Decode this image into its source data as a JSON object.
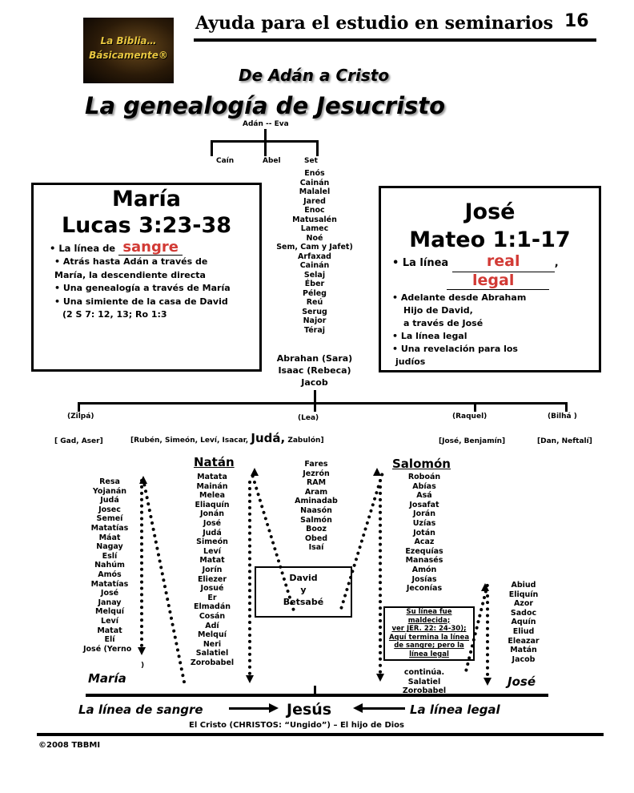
{
  "header": {
    "logo_line1": "La Biblia…",
    "logo_line2": "Básicamente®",
    "series_title": "Ayuda para el estudio en seminarios",
    "page_number": "16",
    "subtitle": "De Adán a Cristo",
    "title": "La genealogía de Jesucristo"
  },
  "tree": {
    "root": "Adán -- Eva",
    "children": [
      "Caín",
      "Abel",
      "Set"
    ],
    "line_from_set": [
      "Enós",
      "Cainán",
      "Malalel",
      "Jared",
      "Enoc",
      "Matusalén",
      "Lamec",
      "Noé",
      "Sem, Cam y Jafet)",
      "Arfaxad",
      "Cainán",
      "Selaj",
      "Éber",
      "Péleg",
      "Reú",
      "Serug",
      "Najor",
      "Téraj"
    ],
    "patriarchs": [
      "Abrahan (Sara)",
      "Isaac (Rebeca)",
      "Jacob"
    ]
  },
  "maria_box": {
    "name": "María",
    "ref": "Lucas 3:23-38",
    "line_prefix": "• La línea de",
    "fill_word": "sangre",
    "bullets": [
      "• Atrás hasta Adán  a través de",
      "María, la descendiente directa",
      "• Una genealogía a través de  María",
      "• Una simiente de la casa de David",
      "(2 S 7: 12, 13;  Ro 1:3"
    ]
  },
  "jose_box": {
    "name": "José",
    "ref": "Mateo 1:1-17",
    "line_prefix": "• La línea",
    "fill_word_1": "real",
    "comma": ",",
    "fill_word_2": "legal",
    "bullets": [
      "• Adelante desde Abraham",
      "Hijo de David,",
      "a través de José",
      "• La línea legal",
      "• Una revelación para los",
      "judíos"
    ]
  },
  "tribes": {
    "mothers": [
      "(Zilpá)",
      "(Lea)",
      "(Raquel)",
      "(Bilhá )"
    ],
    "zilpa_sons": "[ Gad, Aser]",
    "lea_sons_prefix": "[Rubén, Simeón, Leví, Isacar,",
    "juda": "Judá,",
    "lea_sons_suffix": "Zabulón]",
    "raquel_sons": "[José, Benjamín]",
    "bilha_sons": "[Dan, Neftalí]"
  },
  "maria_line": [
    "Resa",
    "Yojanán",
    "Judá",
    "Josec",
    "Semeí",
    "Matatías",
    "Máat",
    "Nagay",
    "Eslí",
    "Nahúm",
    "Amós",
    "Matatías",
    "José",
    "Janay",
    "Melquí",
    "Leví",
    "Matat",
    "Elí",
    "José (Yerno"
  ],
  "maria_line_close": ")",
  "maria_label": "María",
  "natan": {
    "head": "Natán",
    "names": [
      "Matata",
      "Mainán",
      "Melea",
      "Eliaquín",
      "Jonán",
      "José",
      "Judá",
      "Simeón",
      "Leví",
      "Matat",
      "Jorín",
      "Eliezer",
      "Josué",
      "Er",
      "Elmadán",
      "Cosán",
      "Adí",
      "Melquí",
      "Neri",
      "Salatiel",
      "Zorobabel"
    ]
  },
  "juda_line": [
    "Fares",
    "Jezrón",
    "RAM",
    "Aram",
    "Aminadab",
    "Naasón",
    "Salmón",
    "Booz",
    "Obed",
    "Isaí"
  ],
  "david_box": [
    "David",
    "y",
    "Betsabé"
  ],
  "salomon": {
    "head": "Salomón",
    "names": [
      "Roboán",
      "Abías",
      "Asá",
      "Josafat",
      "Jorán",
      "Uzías",
      "Jotán",
      "Acaz",
      "Ezequías",
      "Manasés",
      "Amón",
      "Josías",
      "Jeconías"
    ],
    "note": [
      "Su línea fue",
      "maldecida;",
      "ver JER. 22: 24-30);",
      "Aquí termina la línea",
      "de sangre; pero la",
      "línea legal"
    ],
    "after": [
      "continúa.",
      "Salatiel",
      "Zorobabel"
    ]
  },
  "jose_line": [
    "Abiud",
    "Eliquín",
    "Azor",
    "Sadoc",
    "Aquín",
    "Eliud",
    "Eleazar",
    "Matán",
    "Jacob"
  ],
  "jose_label": "José",
  "footer": {
    "blood_line": "La línea de sangre",
    "jesus": "Jesús",
    "legal_line": "La línea legal",
    "christ": "El Cristo (CHRISTOS:  “Ungido”) – El hijo de Dios",
    "copyright": "©2008 TBBMI"
  }
}
